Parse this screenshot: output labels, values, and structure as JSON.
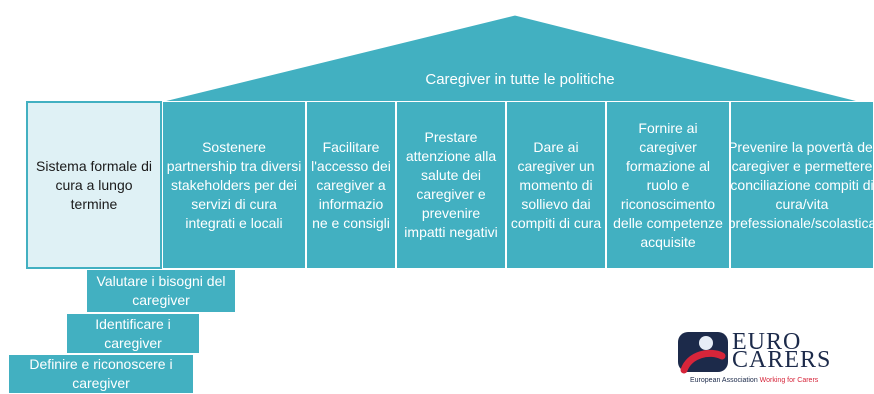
{
  "roof": {
    "label": "Caregiver in tutte le politiche"
  },
  "base": {
    "label": "Sistema formale di cura a lungo termine"
  },
  "pillars": [
    {
      "label": "Sostenere partnership tra diversi stakeholders per dei servizi  di cura integrati e locali"
    },
    {
      "label": "Facilitare l'accesso dei caregiver a informazio ne e consigli"
    },
    {
      "label": "Prestare attenzione alla salute dei caregiver e prevenire impatti negativi"
    },
    {
      "label": "Dare ai caregiver un momento di sollievo dai compiti di cura"
    },
    {
      "label": "Fornire ai caregiver formazione al ruolo e riconoscimento delle competenze acquisite"
    },
    {
      "label": "Prevenire la povertà dei caregiver e permettere conciliazione compiti di cura/vita prefessionale/scolastica"
    }
  ],
  "steps": [
    {
      "label": "Valutare i bisogni del caregiver"
    },
    {
      "label": "Identificare i caregiver"
    },
    {
      "label": "Definire e riconoscere i caregiver"
    }
  ],
  "logo": {
    "line1": "EURO",
    "line2": "CARERS",
    "tag_part1": "European Association ",
    "tag_part2": "Working for Carers"
  },
  "colors": {
    "teal": "#42b0c1",
    "light_box": "#dff1f5",
    "logo_navy": "#1c2a4a",
    "logo_red": "#d6253a"
  }
}
